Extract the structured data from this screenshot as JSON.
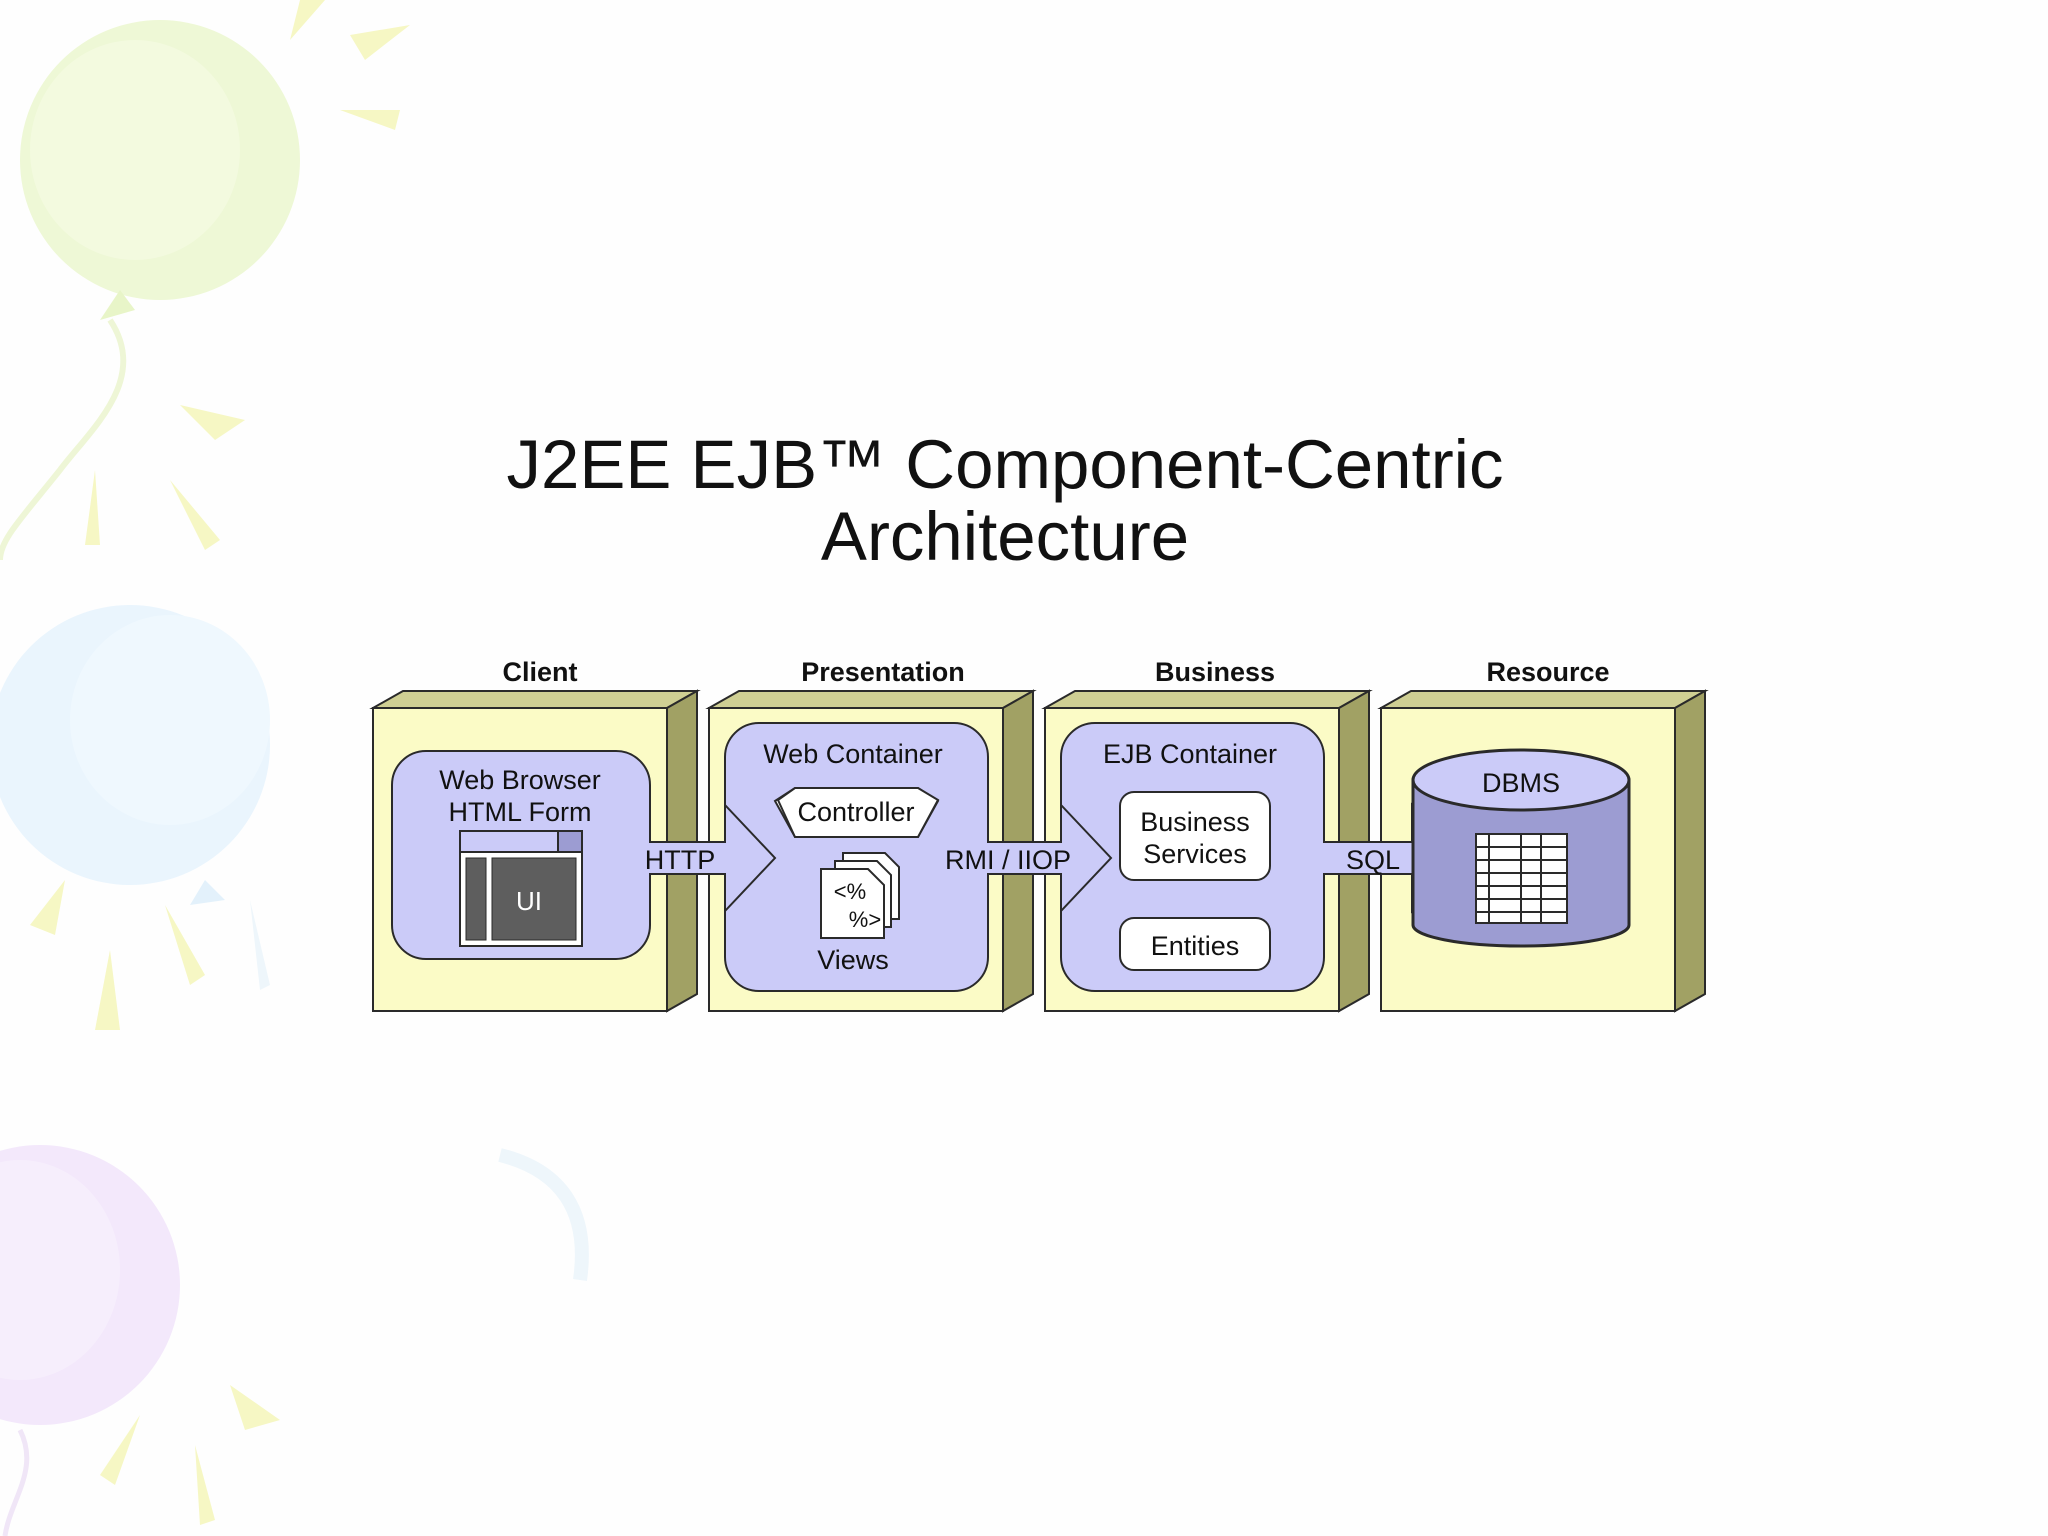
{
  "slide": {
    "title_line1": "J2EE EJB™ Component-Centric",
    "title_line2": "Architecture"
  },
  "colors": {
    "box_face": "#fbfbc6",
    "box_side": "#a1a164",
    "box_top": "#cfcf93",
    "container_fill": "#cbcbf8",
    "db_side": "#9c9cd2",
    "ui_fill": "#5e5e5e"
  },
  "tiers": [
    {
      "label": "Client"
    },
    {
      "label": "Presentation"
    },
    {
      "label": "Business"
    },
    {
      "label": "Resource"
    }
  ],
  "client": {
    "browser_line1": "Web Browser",
    "browser_line2": "HTML Form",
    "ui_label": "UI"
  },
  "presentation": {
    "container_label": "Web Container",
    "controller_label": "Controller",
    "page_tag_open": "<%",
    "page_tag_close": "%>",
    "views_label": "Views"
  },
  "business": {
    "container_label": "EJB Container",
    "services_line1": "Business",
    "services_line2": "Services",
    "entities_label": "Entities"
  },
  "resource": {
    "db_label": "DBMS"
  },
  "protocols": {
    "http": "HTTP",
    "rmi": "RMI / IIOP",
    "sql": "SQL"
  }
}
